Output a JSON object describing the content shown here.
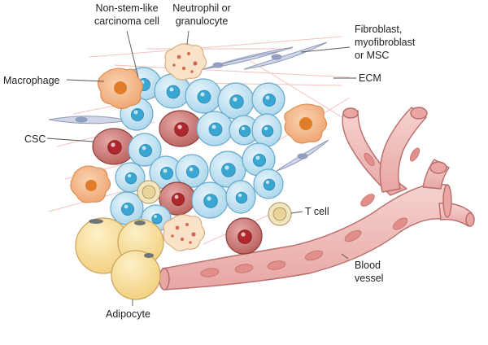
{
  "labels": {
    "non_stem_line1": "Non-stem-like",
    "non_stem_line2": "carcinoma cell",
    "neutrophil_line1": "Neutrophil or",
    "neutrophil_line2": "granulocyte",
    "fibroblast_line1": "Fibroblast,",
    "fibroblast_line2": "myofibroblast",
    "fibroblast_line3": "or MSC",
    "ecm": "ECM",
    "macrophage": "Macrophage",
    "csc": "CSC",
    "t_cell": "T cell",
    "blood_line1": "Blood",
    "blood_line2": "vessel",
    "adipocyte": "Adipocyte"
  },
  "colors": {
    "carcinoma_fill": "#c9e6f3",
    "carcinoma_nucleus": "#3aa7d3",
    "csc_fill": "#c97a78",
    "csc_nucleus": "#b1272e",
    "macrophage_fill": "#f4b98a",
    "macrophage_nucleus": "#e07d2a",
    "neutrophil_fill": "#f8e3c8",
    "neutrophil_granule": "#d86b54",
    "fibroblast_fill": "#cfd6e8",
    "ecm_fiber": "#f2b7b5",
    "t_cell_fill": "#f2e6bf",
    "adipocyte_fill": "#f8dfa0",
    "vessel_fill": "#f1c2bf",
    "vessel_stroke": "#b86c6b"
  }
}
